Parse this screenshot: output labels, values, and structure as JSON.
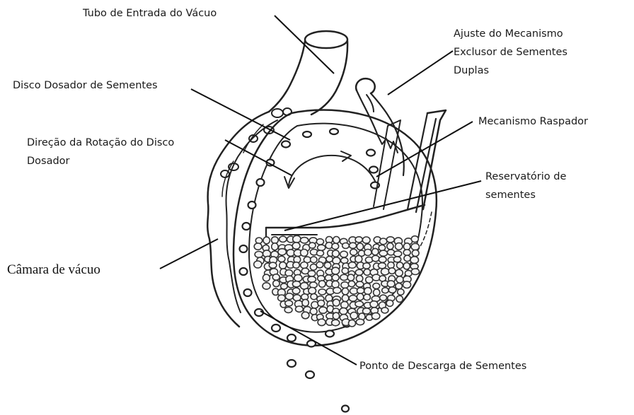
{
  "labels": {
    "vacuum_tube": "Tubo de Entrada do Vácuo",
    "double_seed_line1": "Ajuste do Mecanismo",
    "double_seed_line2": "Exclusor de Sementes",
    "double_seed_line3": "Duplas",
    "metering_disc": "Disco Dosador de Sementes",
    "scraper": "Mecanismo Raspador",
    "rotation_line1": "Direção da Rotação do Disco",
    "rotation_line2": "Dosador",
    "reservoir_line1": "Reservatório de",
    "reservoir_line2": "sementes",
    "vacuum_chamber": "Câmara de vácuo",
    "discharge_point": "Ponto de Descarga de Sementes"
  },
  "colors": {
    "ink": "#222222",
    "background": "#ffffff"
  }
}
